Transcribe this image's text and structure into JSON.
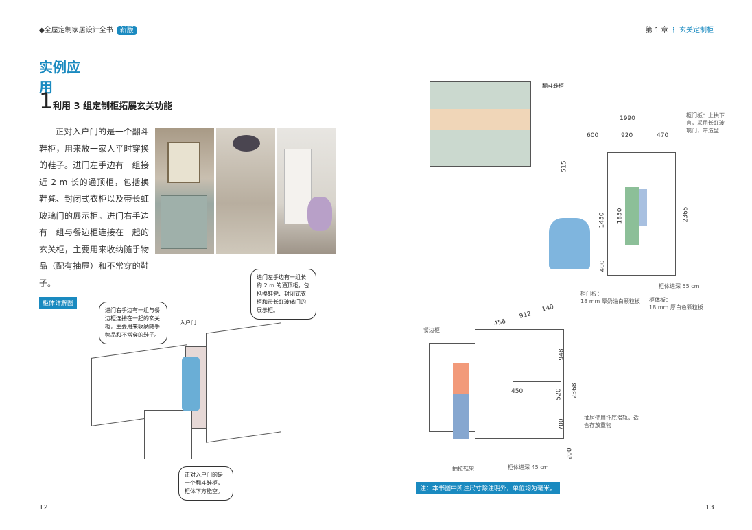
{
  "header": {
    "book_title": "◆全屋定制家居设计全书",
    "badge": "新版",
    "chapter_label": "第 1 章",
    "chapter_title": "玄关定制柜"
  },
  "section": {
    "title": "实例应用",
    "number": "1",
    "heading": "利用 3 组定制柜拓展玄关功能"
  },
  "body_text": "正对入户门的是一个翻斗鞋柜，用来放一家人平时穿换的鞋子。进门左手边有一组接近 2 m 长的通顶柜，包括换鞋凳、封闭式衣柜以及带长虹玻璃门的展示柜。进门右手边有一组与餐边柜连接在一起的玄关柜，主要用来收纳随手物品（配有抽屉）和不常穿的鞋子。",
  "left_diagram": {
    "tag": "柜体详解图",
    "bubble_right": "进门右手边有一组与餐边柜连接在一起的玄关柜，主要用来收纳随手物品和不常穿的鞋子。",
    "bubble_left": "进门左手边有一组长约 2 m 的通顶柜，包括换鞋凳、封闭式衣柜和带长虹玻璃门的展示柜。",
    "entry_label": "入户门",
    "bubble_bottom": "正对入户门的是一个翻斗鞋柜，柜体下方能空。"
  },
  "shoe_cabinet": {
    "label": "翻斗鞋柜"
  },
  "wardrobe": {
    "dims": {
      "total": "1990",
      "w1": "600",
      "w2": "920",
      "w3": "470",
      "h_top": "515",
      "h_mid": "1450",
      "h_bench": "400",
      "h_door": "1850",
      "h_total": "2365"
    },
    "door_note": "柜门板：上拱下直，采用长虹玻璃门，带造型",
    "door_panel": "柜门板：",
    "door_panel_spec": "18 mm 厚奶油白颗粒板",
    "body_panel": "柜体板：",
    "body_panel_spec": "18 mm 厚白色颗粒板",
    "depth": "柜体进深 55 cm"
  },
  "sideboard": {
    "label": "餐边柜",
    "dims": {
      "a": "456",
      "b": "912",
      "c": "140",
      "d": "948",
      "e": "450",
      "f": "520",
      "g": "2368",
      "h": "700",
      "i": "200"
    },
    "drawer_note": "抽屉使用托底滑轨，适合存放重物",
    "pull_rack": "抽拉鞋架",
    "depth": "柜体进深 45 cm"
  },
  "footnote": "注：本书图中所注尺寸除注明外，单位均为毫米。",
  "pages": {
    "left": "12",
    "right": "13"
  },
  "colors": {
    "accent": "#1a8ac0"
  }
}
